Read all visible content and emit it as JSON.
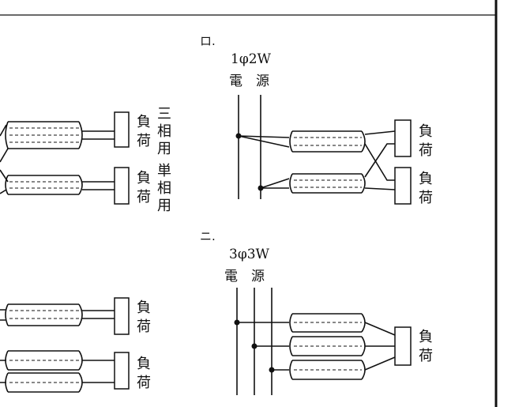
{
  "panel_ro": {
    "marker": "ロ.",
    "supply": "1φ2W",
    "source_label": "電　源",
    "loads": [
      {
        "top": "負",
        "bottom": "荷"
      },
      {
        "top": "負",
        "bottom": "荷"
      }
    ]
  },
  "panel_ni": {
    "marker": "ニ.",
    "supply": "3φ3W",
    "source_label": "電　源",
    "loads": [
      {
        "top": "負",
        "bottom": "荷"
      }
    ]
  },
  "panel_i": {
    "loads": [
      {
        "top": "負",
        "bottom": "荷",
        "note": [
          "三",
          "相",
          "用"
        ]
      },
      {
        "top": "負",
        "bottom": "荷",
        "note": [
          "単",
          "相",
          "用"
        ]
      }
    ]
  },
  "panel_ha": {
    "loads": [
      {
        "top": "負",
        "bottom": "荷"
      },
      {
        "top": "負",
        "bottom": "荷"
      }
    ]
  }
}
